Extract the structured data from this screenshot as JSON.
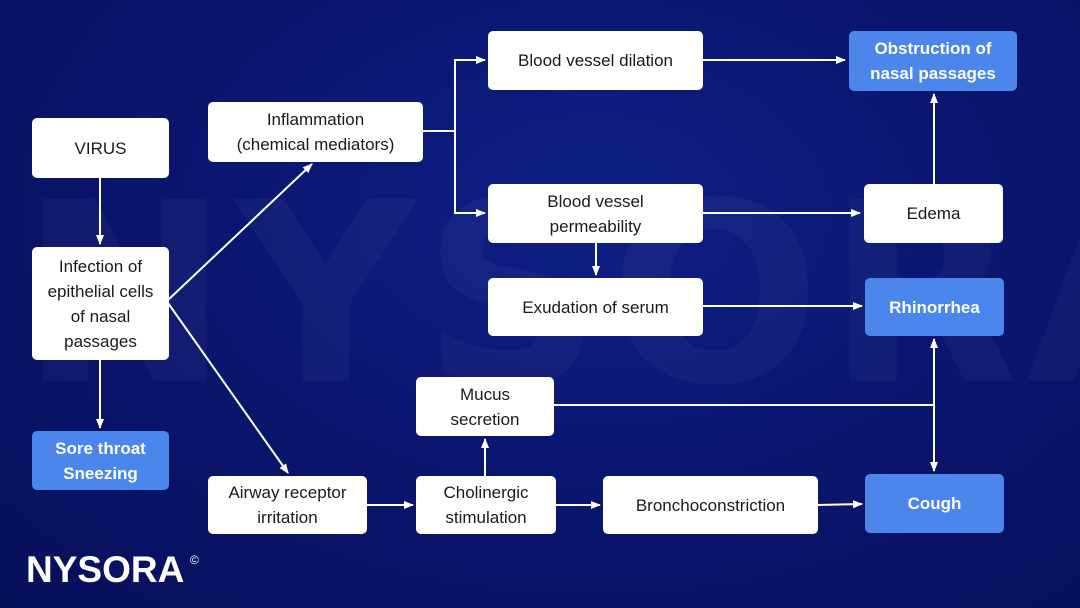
{
  "watermark": "NYSORA",
  "logo": {
    "text": "NYSORA",
    "mark": "©"
  },
  "nodes": {
    "virus": "VIRUS",
    "infection": "Infection of\nepithelial cells\nof nasal\npassages",
    "sore_throat": "Sore throat\nSneezing",
    "inflammation": "Inflammation\n(chemical mediators)",
    "dilation": "Blood vessel dilation",
    "permeability": "Blood vessel\npermeability",
    "exudation": "Exudation of serum",
    "obstruction": "Obstruction of\nnasal passages",
    "edema": "Edema",
    "rhinorrhea": "Rhinorrhea",
    "mucus": "Mucus\nsecretion",
    "airway": "Airway receptor\nirritation",
    "cholinergic": "Cholinergic\nstimulation",
    "broncho": "Bronchoconstriction",
    "cough": "Cough"
  },
  "colors": {
    "background": "#0a1670",
    "node": "#ffffff",
    "highlight": "#4a86ec",
    "arrow": "#ffffff"
  }
}
